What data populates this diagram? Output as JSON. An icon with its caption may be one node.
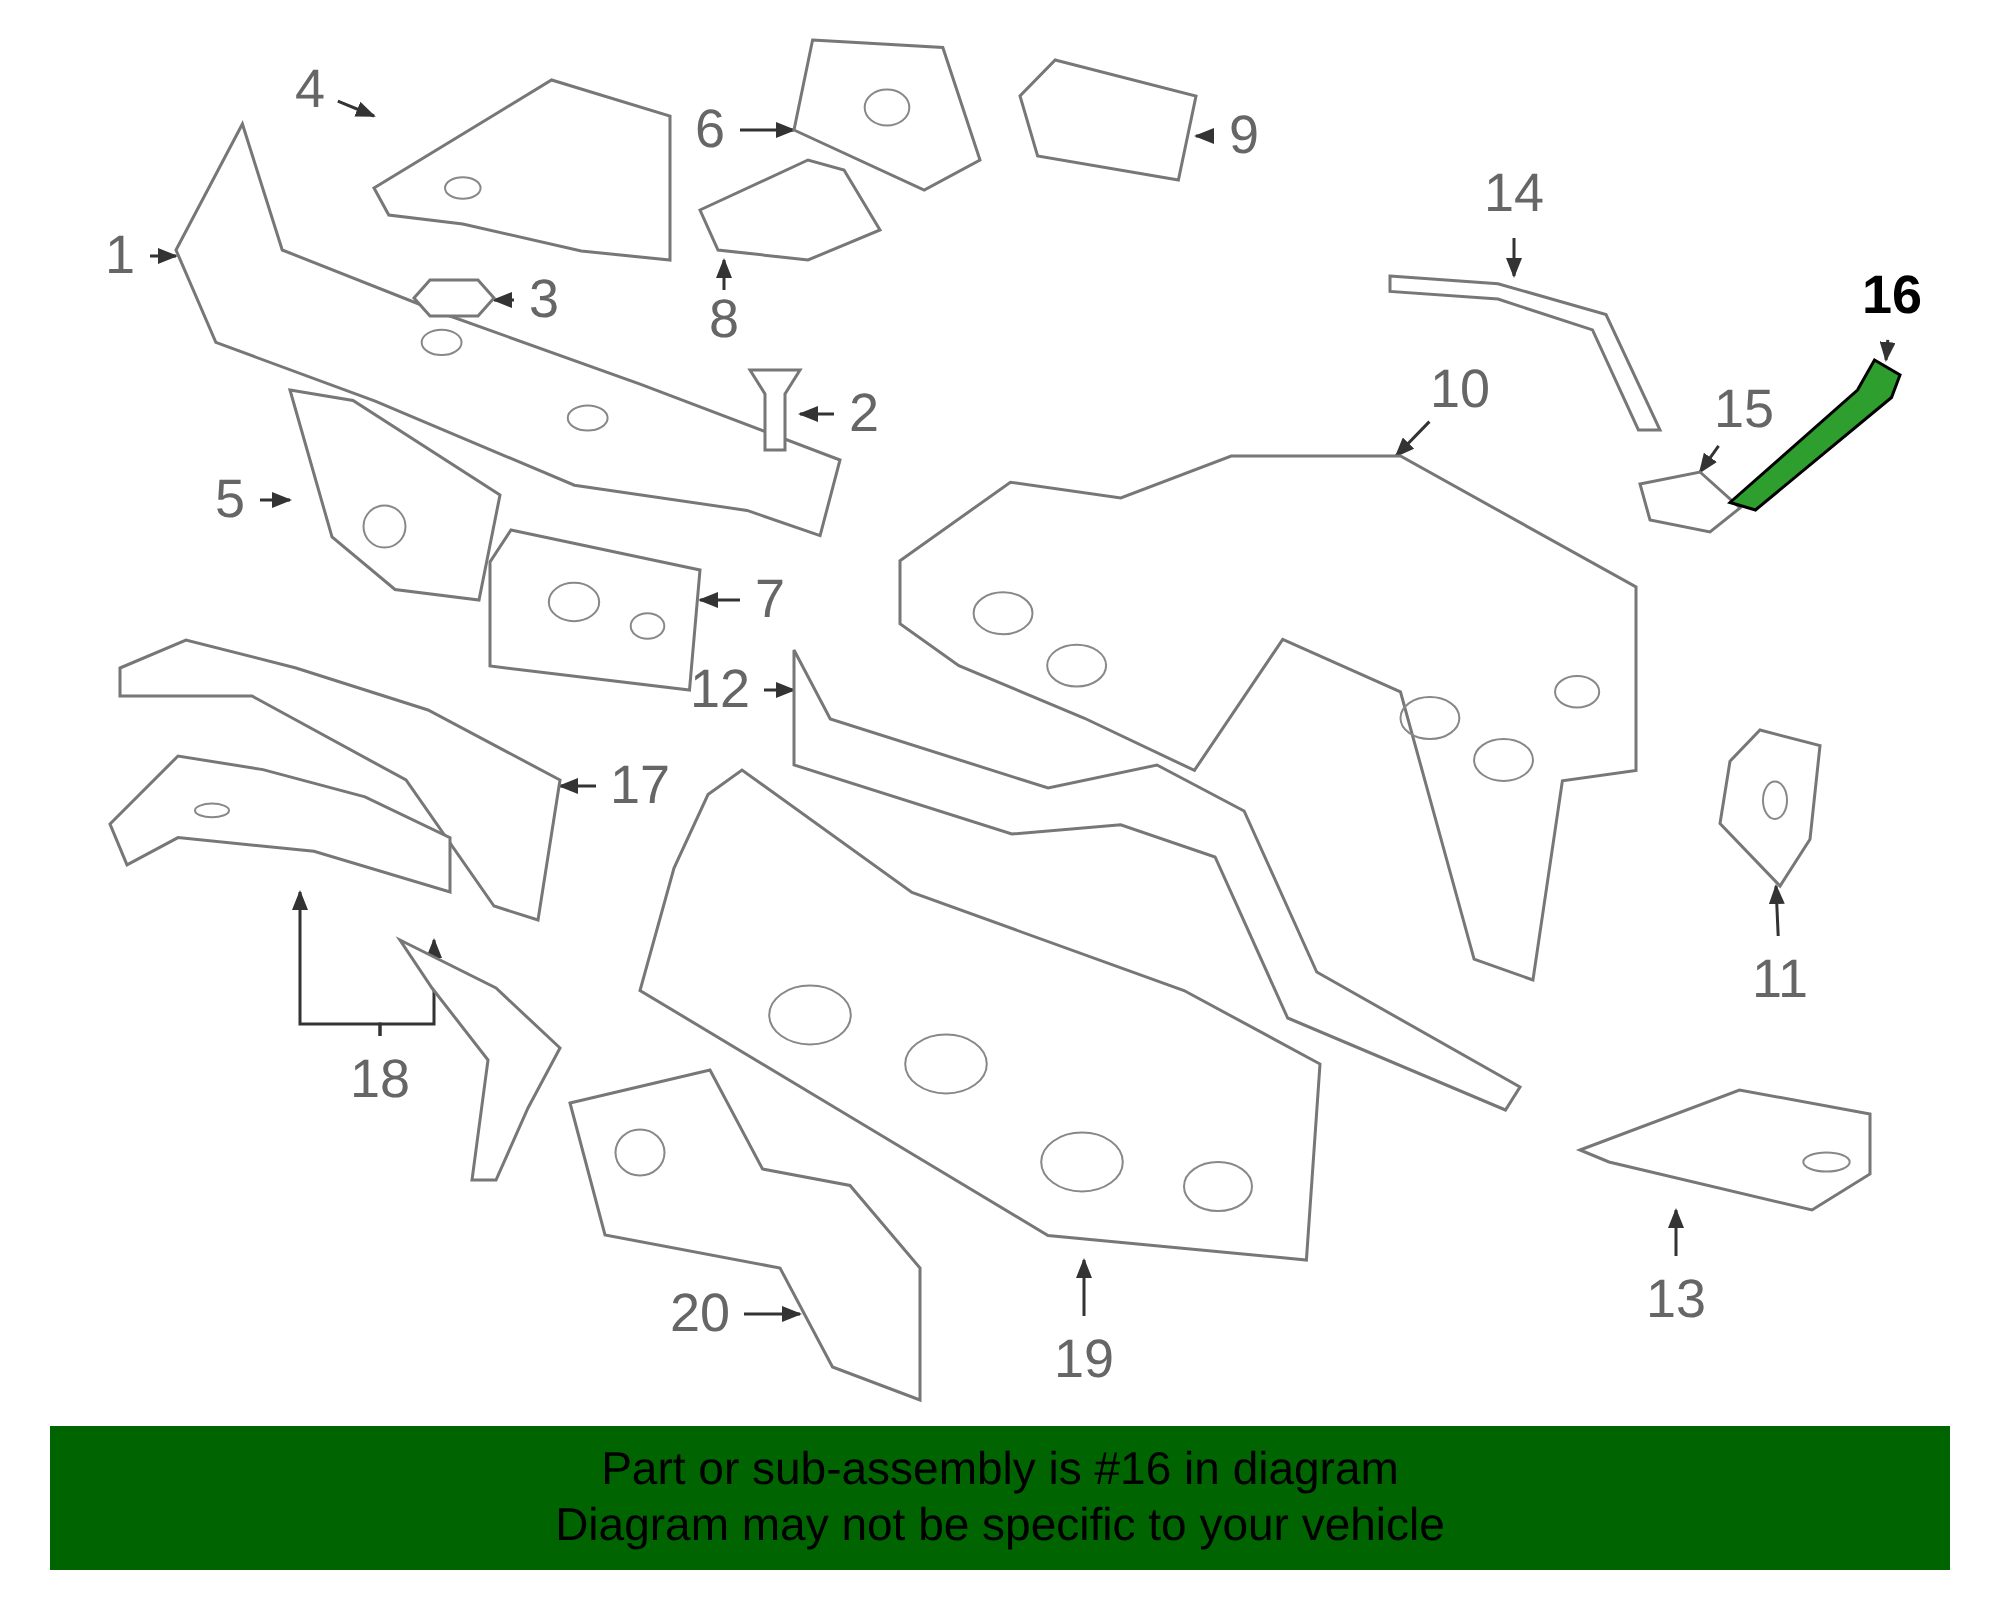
{
  "diagram": {
    "nodes": [
      {
        "text": [
          "1"
        ]
      },
      {
        "text": [],
        "shape": "picture"
      },
      {
        "text": [
          "2"
        ]
      },
      {
        "text": [],
        "shape": "picture"
      },
      {
        "text": [
          "3"
        ]
      },
      {
        "text": [],
        "shape": "picture"
      },
      {
        "text": [
          "4"
        ]
      },
      {
        "text": [],
        "shape": "picture"
      },
      {
        "text": [
          "5"
        ]
      },
      {
        "text": [],
        "shape": "picture"
      },
      {
        "text": [
          "6"
        ]
      },
      {
        "text": [],
        "shape": "picture"
      },
      {
        "text": [
          "7"
        ]
      },
      {
        "text": [],
        "shape": "picture"
      },
      {
        "text": [
          "8"
        ]
      },
      {
        "text": [],
        "shape": "picture"
      },
      {
        "text": [
          "9"
        ]
      },
      {
        "text": [],
        "shape": "picture"
      },
      {
        "text": [
          "10"
        ]
      },
      {
        "text": [],
        "shape": "picture"
      },
      {
        "text": [
          "11"
        ]
      },
      {
        "text": [],
        "shape": "picture"
      },
      {
        "text": [
          "12"
        ]
      },
      {
        "text": [],
        "shape": "picture"
      },
      {
        "text": [
          "13"
        ]
      },
      {
        "text": [],
        "shape": "picture"
      },
      {
        "text": [
          "14"
        ]
      },
      {
        "text": [],
        "shape": "picture"
      },
      {
        "text": [
          "15"
        ]
      },
      {
        "text": [],
        "shape": "picture"
      },
      {
        "text": [
          "16"
        ]
      },
      {
        "text": [],
        "shape": "picture"
      },
      {
        "text": [
          "17"
        ]
      },
      {
        "text": [],
        "shape": "picture"
      },
      {
        "text": [
          "18"
        ]
      },
      {
        "text": [],
        "shape": "picture"
      },
      {
        "text": [],
        "shape": "picture"
      },
      {
        "text": [
          "19"
        ]
      },
      {
        "text": [],
        "shape": "picture"
      },
      {
        "text": [
          "20"
        ]
      },
      {
        "text": [],
        "shape": "picture"
      },
      {
        "text": [
          "Part or sub-assembly is #16 in diagram",
          "Diagram may not be specific to your vehicle"
        ]
      }
    ],
    "edges": [
      {
        "from": 0,
        "to": 1,
        "arrow": "to"
      },
      {
        "from": 2,
        "to": 3,
        "arrow": "to"
      },
      {
        "from": 4,
        "to": 5,
        "arrow": "to"
      },
      {
        "from": 6,
        "to": 7,
        "arrow": "to"
      },
      {
        "from": 8,
        "to": 9,
        "arrow": "to"
      },
      {
        "from": 10,
        "to": 11,
        "arrow": "to"
      },
      {
        "from": 12,
        "to": 13,
        "arrow": "to"
      },
      {
        "from": 14,
        "to": 15,
        "arrow": "to"
      },
      {
        "from": 16,
        "to": 17,
        "arrow": "to"
      },
      {
        "from": 18,
        "to": 19,
        "arrow": "to"
      },
      {
        "from": 20,
        "to": 21,
        "arrow": "to"
      },
      {
        "from": 22,
        "to": 23,
        "arrow": "to"
      },
      {
        "from": 24,
        "to": 25,
        "arrow": "to"
      },
      {
        "from": 26,
        "to": 27,
        "arrow": "to"
      },
      {
        "from": 28,
        "to": 29,
        "arrow": "to"
      },
      {
        "from": 30,
        "to": 31,
        "arrow": "to"
      },
      {
        "from": 32,
        "to": 33,
        "arrow": "to"
      },
      {
        "from": 34,
        "to": 35,
        "arrow": "to"
      },
      {
        "from": 34,
        "to": 36,
        "arrow": "to"
      },
      {
        "from": 37,
        "to": 38,
        "arrow": "to"
      },
      {
        "from": 39,
        "to": 40,
        "arrow": "to"
      }
    ]
  }
}
